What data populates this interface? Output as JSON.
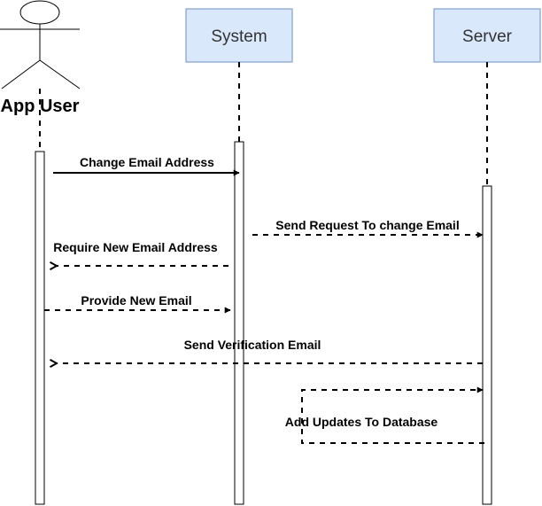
{
  "colors": {
    "participant_fill": "#dae8fc",
    "participant_stroke": "#6c8ebf",
    "line": "#000000",
    "background": "#ffffff"
  },
  "participants": [
    {
      "id": "app-user",
      "label": "App User",
      "kind": "actor"
    },
    {
      "id": "system",
      "label": "System",
      "kind": "box"
    },
    {
      "id": "server",
      "label": "Server",
      "kind": "box"
    }
  ],
  "messages": [
    {
      "id": "change-email",
      "label": "Change Email Address",
      "from": "app-user",
      "to": "system",
      "style": "solid"
    },
    {
      "id": "send-request",
      "label": "Send Request To change Email",
      "from": "system",
      "to": "server",
      "style": "dashed"
    },
    {
      "id": "require-new-email",
      "label": "Require New Email Address",
      "from": "system",
      "to": "app-user",
      "style": "dashed"
    },
    {
      "id": "provide-new-email",
      "label": "Provide New Email",
      "from": "app-user",
      "to": "system",
      "style": "dashed"
    },
    {
      "id": "send-verification",
      "label": "Send Verification Email",
      "from": "server",
      "to": "app-user",
      "style": "dashed"
    },
    {
      "id": "add-updates",
      "label": "Add Updates To Database",
      "from": "server",
      "to": "server",
      "style": "dashed-self"
    }
  ]
}
